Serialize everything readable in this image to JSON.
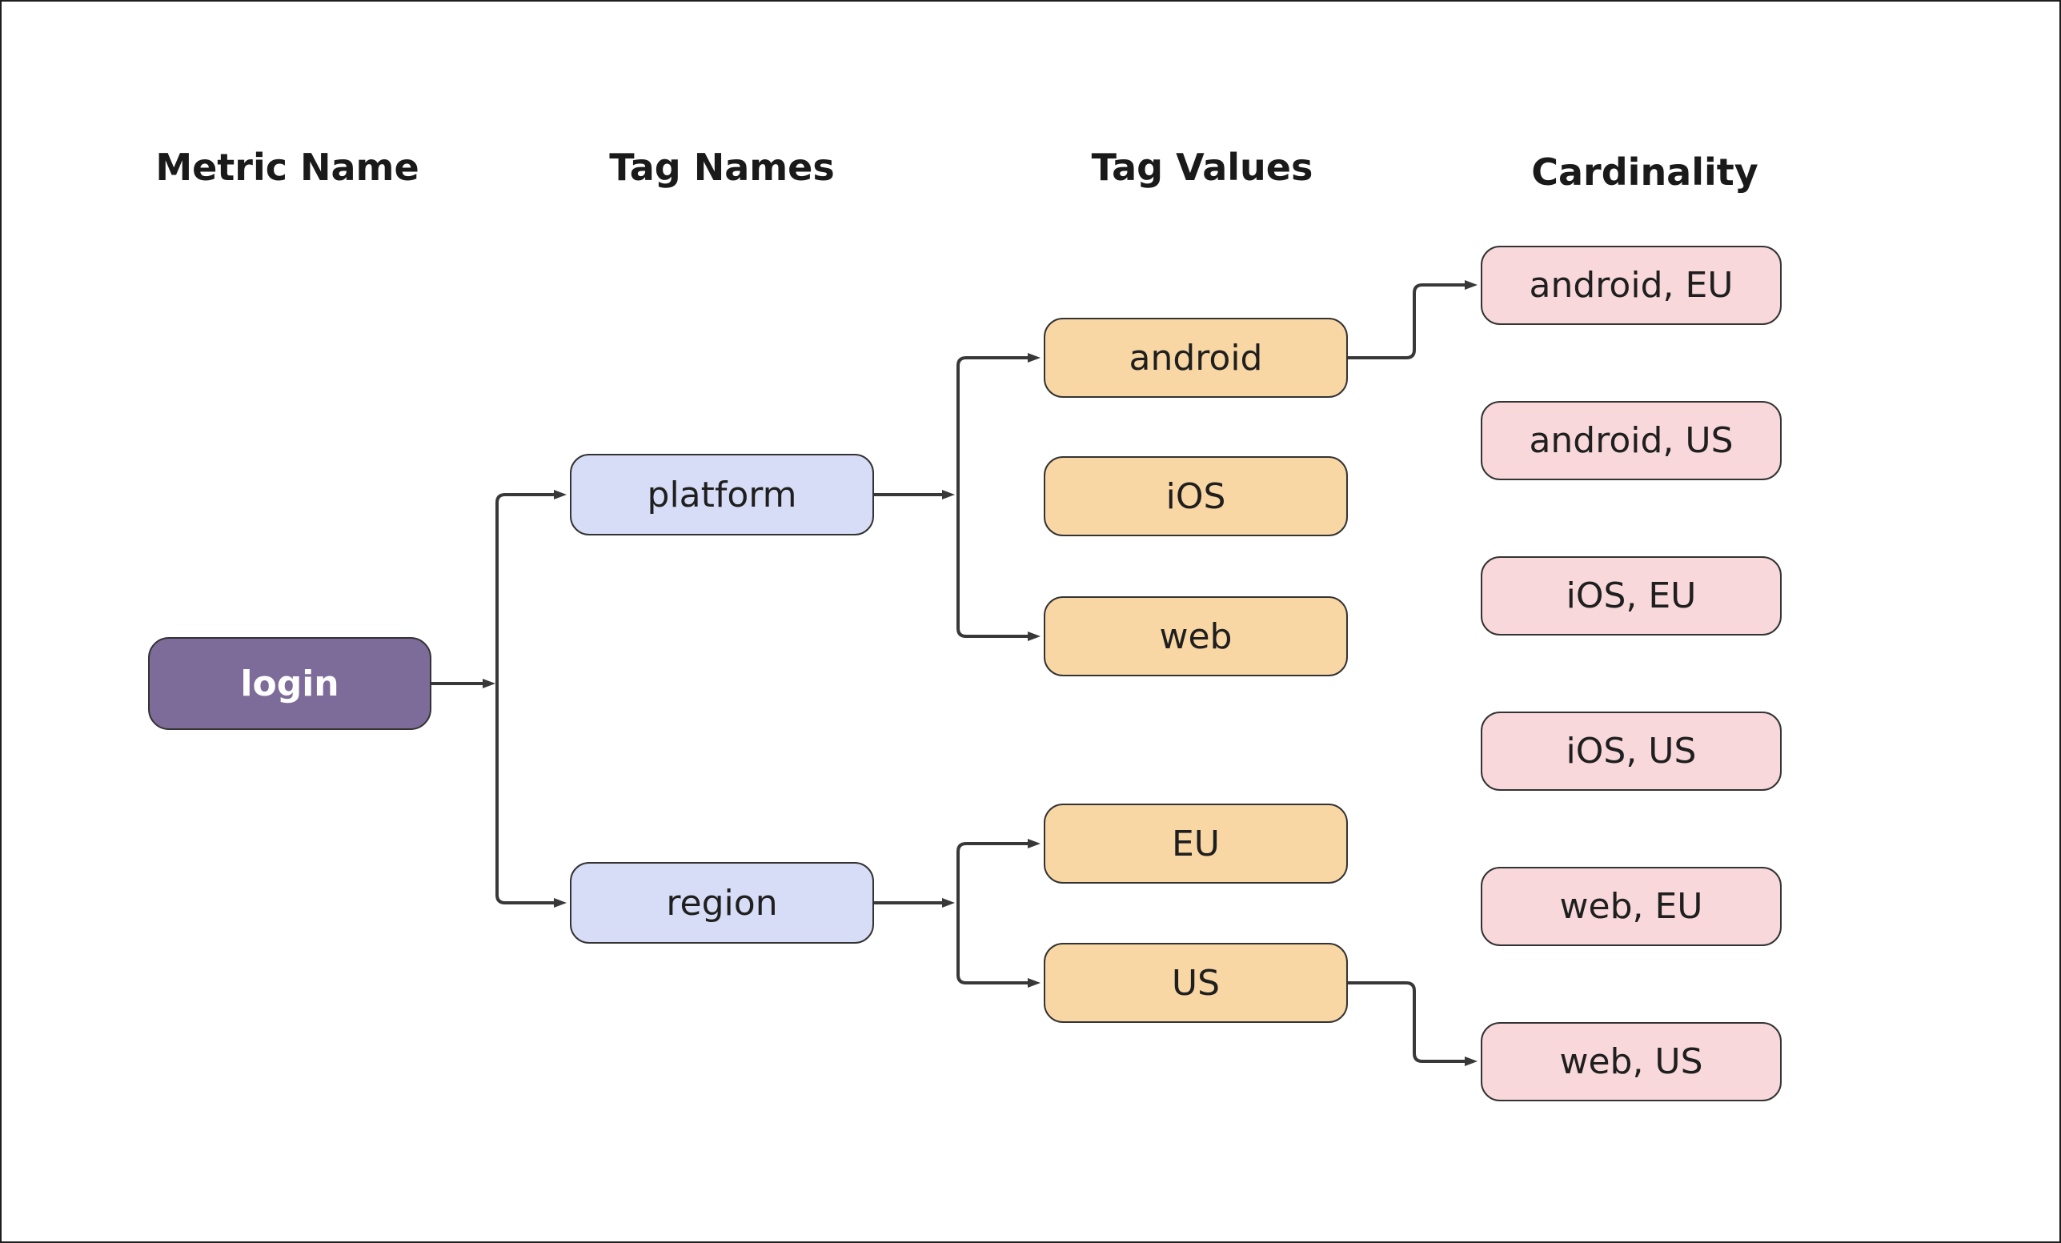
{
  "colors": {
    "background": "#ffffff",
    "frame_border": "#1f1f1f",
    "line": "#383838",
    "node_border": "#333333",
    "node_text": "#1f1f1f",
    "header_text": "#1a1a1a",
    "metric_fill": "#7d6b99",
    "metric_text": "#ffffff",
    "tagname_fill": "#d7ddf6",
    "tagvalue_fill": "#f9d7a4",
    "cardinality_fill": "#f8d8da"
  },
  "columns": [
    {
      "id": "metric_name",
      "label": "Metric Name"
    },
    {
      "id": "tag_names",
      "label": "Tag Names"
    },
    {
      "id": "tag_values",
      "label": "Tag Values"
    },
    {
      "id": "cardinality",
      "label": "Cardinality"
    }
  ],
  "nodes": {
    "login": {
      "label": "login",
      "column": "metric_name"
    },
    "platform": {
      "label": "platform",
      "column": "tag_names"
    },
    "region": {
      "label": "region",
      "column": "tag_names"
    },
    "android": {
      "label": "android",
      "column": "tag_values"
    },
    "ios": {
      "label": "iOS",
      "column": "tag_values"
    },
    "web": {
      "label": "web",
      "column": "tag_values"
    },
    "eu": {
      "label": "EU",
      "column": "tag_values"
    },
    "us": {
      "label": "US",
      "column": "tag_values"
    },
    "android_eu": {
      "label": "android, EU",
      "column": "cardinality"
    },
    "android_us": {
      "label": "android, US",
      "column": "cardinality"
    },
    "ios_eu": {
      "label": "iOS, EU",
      "column": "cardinality"
    },
    "ios_us": {
      "label": "iOS, US",
      "column": "cardinality"
    },
    "web_eu": {
      "label": "web, EU",
      "column": "cardinality"
    },
    "web_us": {
      "label": "web, US",
      "column": "cardinality"
    }
  },
  "edges": [
    {
      "from": "login",
      "to": "platform"
    },
    {
      "from": "login",
      "to": "region"
    },
    {
      "from": "platform",
      "to": "android"
    },
    {
      "from": "platform",
      "to": "web"
    },
    {
      "from": "region",
      "to": "eu"
    },
    {
      "from": "region",
      "to": "us"
    },
    {
      "from": "android",
      "to": "android_eu"
    },
    {
      "from": "us",
      "to": "web_us"
    }
  ]
}
